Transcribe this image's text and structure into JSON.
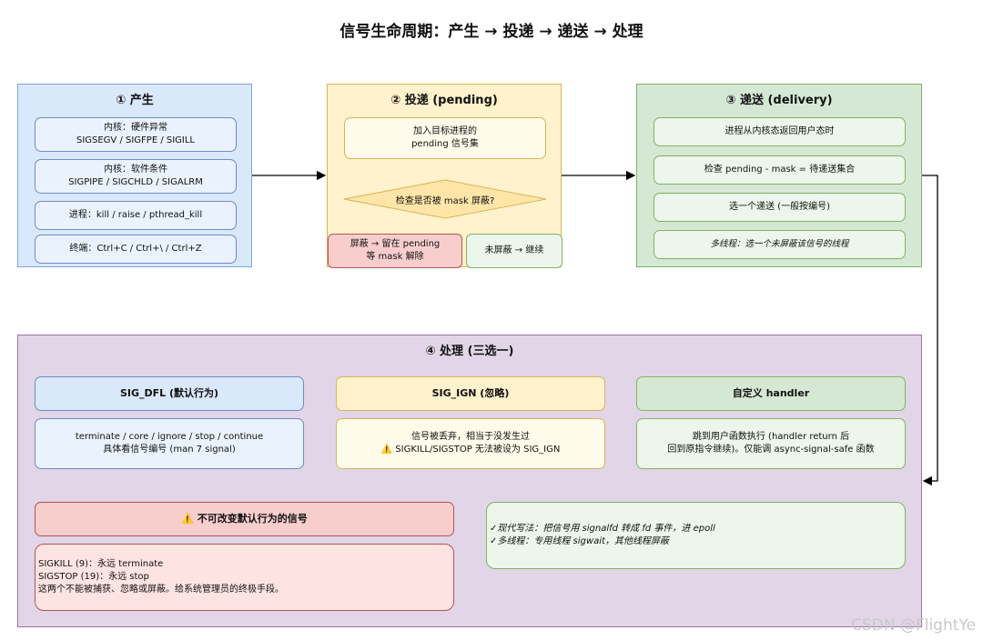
{
  "title": "信号生命周期：产生 → 投递 → 递送 → 处理",
  "stage1": {
    "title": "① 产生",
    "items": [
      [
        "内核：硬件异常",
        "SIGSEGV / SIGFPE / SIGILL"
      ],
      [
        "内核：软件条件",
        "SIGPIPE / SIGCHLD / SIGALRM"
      ],
      [
        "进程：kill / raise / pthread_kill"
      ],
      [
        "终端：Ctrl+C / Ctrl+\\ / Ctrl+Z"
      ]
    ]
  },
  "stage2": {
    "title": "② 投递 (pending)",
    "pending_box": [
      "加入目标进程的",
      "pending 信号集"
    ],
    "decision": "检查是否被 mask 屏蔽?",
    "masked": [
      "屏蔽 → 留在 pending",
      "等 mask 解除"
    ],
    "unmasked": "未屏蔽 → 继续"
  },
  "stage3": {
    "title": "③ 递送 (delivery)",
    "items": [
      "进程从内核态返回用户态时",
      "检查 pending - mask = 待递送集合",
      "选一个递送 (一般按编号)",
      "多线程：选一个未屏蔽该信号的线程"
    ]
  },
  "stage4": {
    "title": "④ 处理 (三选一)",
    "dfl": {
      "head": "SIG_DFL (默认行为)",
      "body": [
        "terminate / core / ignore / stop / continue",
        "具体看信号编号 (man 7 signal)"
      ]
    },
    "ign": {
      "head": "SIG_IGN (忽略)",
      "body": [
        "信号被丢弃，相当于没发生过",
        "⚠️ SIGKILL/SIGSTOP 无法被设为 SIG_IGN"
      ]
    },
    "custom": {
      "head": "自定义 handler",
      "body": [
        "跳到用户函数执行 (handler return 后",
        "回到原指令继续)。仅能调 async-signal-safe 函数"
      ]
    },
    "warn": {
      "head": "⚠️ 不可改变默认行为的信号",
      "body": [
        "SIGKILL (9)：永远 terminate",
        "SIGSTOP (19)：永远 stop",
        "这两个不能被捕获、忽略或屏蔽。给系统管理员的终极手段。"
      ]
    },
    "notes": [
      "✓现代写法：把信号用 signalfd 转成 fd 事件，进 epoll",
      "✓多线程：专用线程 sigwait，其他线程屏蔽"
    ]
  },
  "watermark": "CSDN @FlightYe",
  "colors": {
    "blue": "#dae8fc",
    "yellow": "#fff2cc",
    "green": "#d5e8d4",
    "purple": "#e1d5e7",
    "red": "#f8cecc"
  }
}
